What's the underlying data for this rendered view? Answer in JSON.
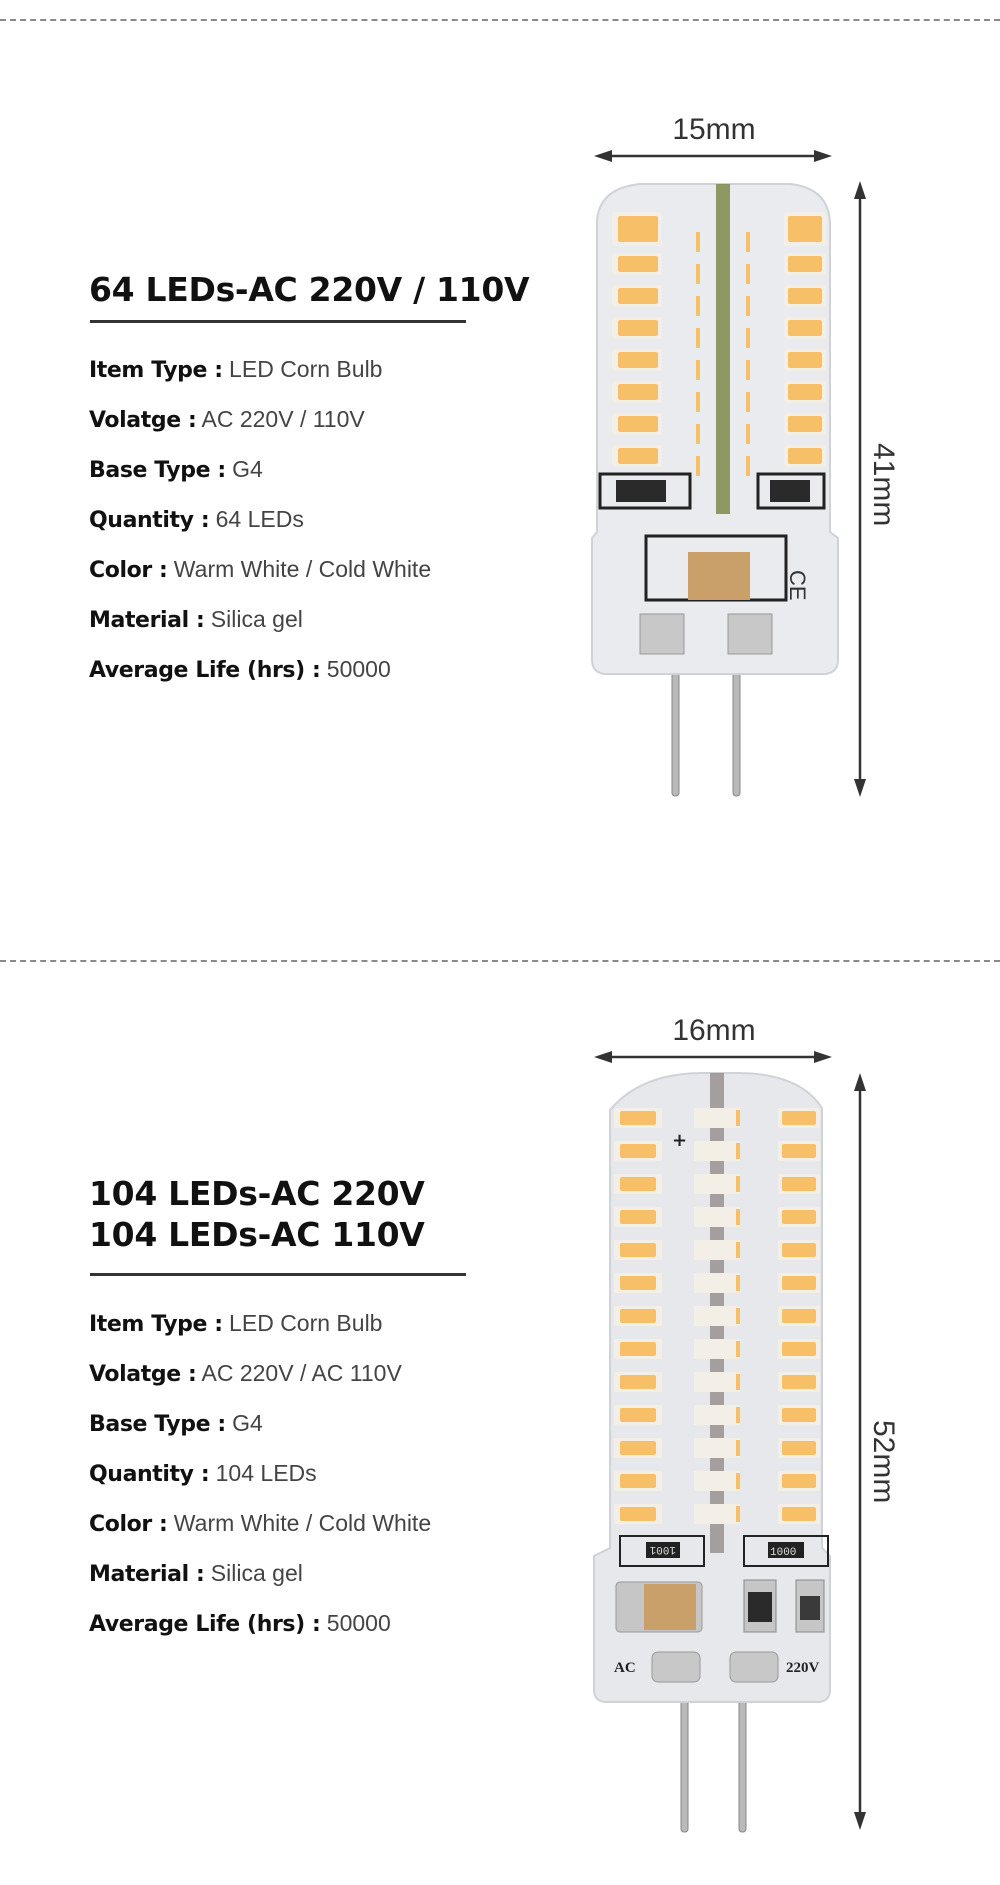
{
  "sections": [
    {
      "title_lines": [
        "64 LEDs-AC 220V / 110V"
      ],
      "specs": [
        {
          "label": "Item Type :",
          "value": " LED Corn Bulb"
        },
        {
          "label": "Volatge :",
          "value": " AC 220V / 110V"
        },
        {
          "label": "Base Type :",
          "value": " G4"
        },
        {
          "label": "Quantity :",
          "value": " 64 LEDs"
        },
        {
          "label": "Color :",
          "value": " Warm White / Cold White"
        },
        {
          "label": "Material :",
          "value": " Silica gel"
        },
        {
          "label": "Average Life (hrs) :",
          "value": " 50000"
        }
      ],
      "dimensions": {
        "width": "15mm",
        "height": "41mm"
      },
      "bulb": {
        "led_rows": 8,
        "markings": [
          "CE"
        ]
      }
    },
    {
      "title_lines": [
        "104 LEDs-AC 220V",
        "104 LEDs-AC 110V"
      ],
      "specs": [
        {
          "label": "Item Type :",
          "value": " LED Corn Bulb"
        },
        {
          "label": "Volatge :",
          "value": " AC 220V / AC 110V"
        },
        {
          "label": "Base Type :",
          "value": " G4"
        },
        {
          "label": "Quantity :",
          "value": " 104 LEDs"
        },
        {
          "label": "Color :",
          "value": " Warm White / Cold White"
        },
        {
          "label": "Material :",
          "value": " Silica gel"
        },
        {
          "label": "Average Life (hrs) :",
          "value": " 50000"
        }
      ],
      "dimensions": {
        "width": "16mm",
        "height": "52mm"
      },
      "bulb": {
        "led_rows": 13,
        "markings": [
          "+",
          "AC",
          "220V",
          "1000",
          "1001"
        ]
      }
    }
  ],
  "colors": {
    "led_warm": "#f7c068",
    "led_frame": "#f4efe6",
    "silicone": "#e6e8ec",
    "dim_line": "#333333",
    "divider": "#8a8a8a"
  }
}
